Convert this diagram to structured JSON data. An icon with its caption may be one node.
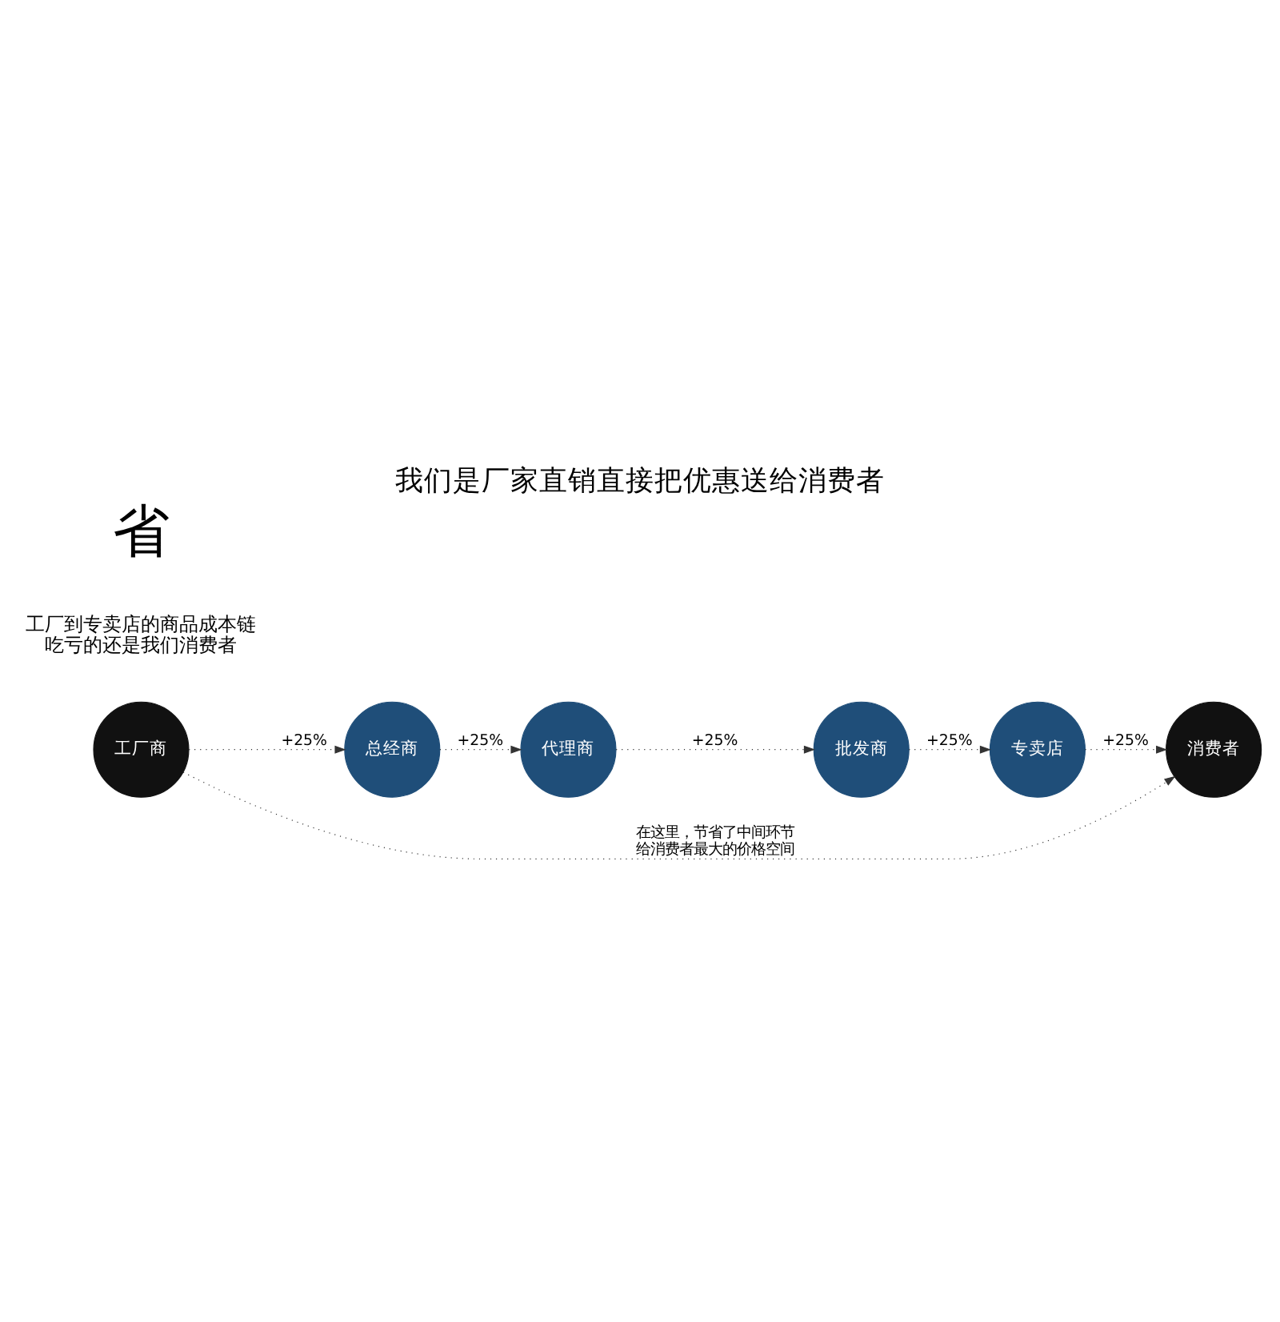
{
  "diagram": {
    "title": "我们是厂家直销直接把优惠送给消费者",
    "nodes": [
      {
        "text": [
          "工厂商"
        ]
      },
      {
        "text": [
          "总经商"
        ]
      },
      {
        "text": [
          "代理商"
        ]
      },
      {
        "text": [
          "批发商"
        ]
      },
      {
        "text": [
          "专卖店"
        ]
      },
      {
        "text": [
          "消费者"
        ]
      }
    ],
    "edges": [
      {
        "from": 0,
        "to": 1,
        "arrow": "to",
        "label": "+25%"
      },
      {
        "from": 1,
        "to": 2,
        "arrow": "to",
        "label": "+25%"
      },
      {
        "from": 2,
        "to": 3,
        "arrow": "to",
        "label": "+25%"
      },
      {
        "from": 3,
        "to": 4,
        "arrow": "to",
        "label": "+25%"
      },
      {
        "from": 4,
        "to": 5,
        "arrow": "to",
        "label": "+25%"
      },
      {
        "from": 0,
        "to": 5,
        "arrow": "to",
        "label": "在这里，节省了中间环节给消费者最大的价格空间"
      }
    ],
    "labels": [
      "工厂到专卖店的商品成本链吃亏的还是我们消费者",
      "省"
    ]
  }
}
